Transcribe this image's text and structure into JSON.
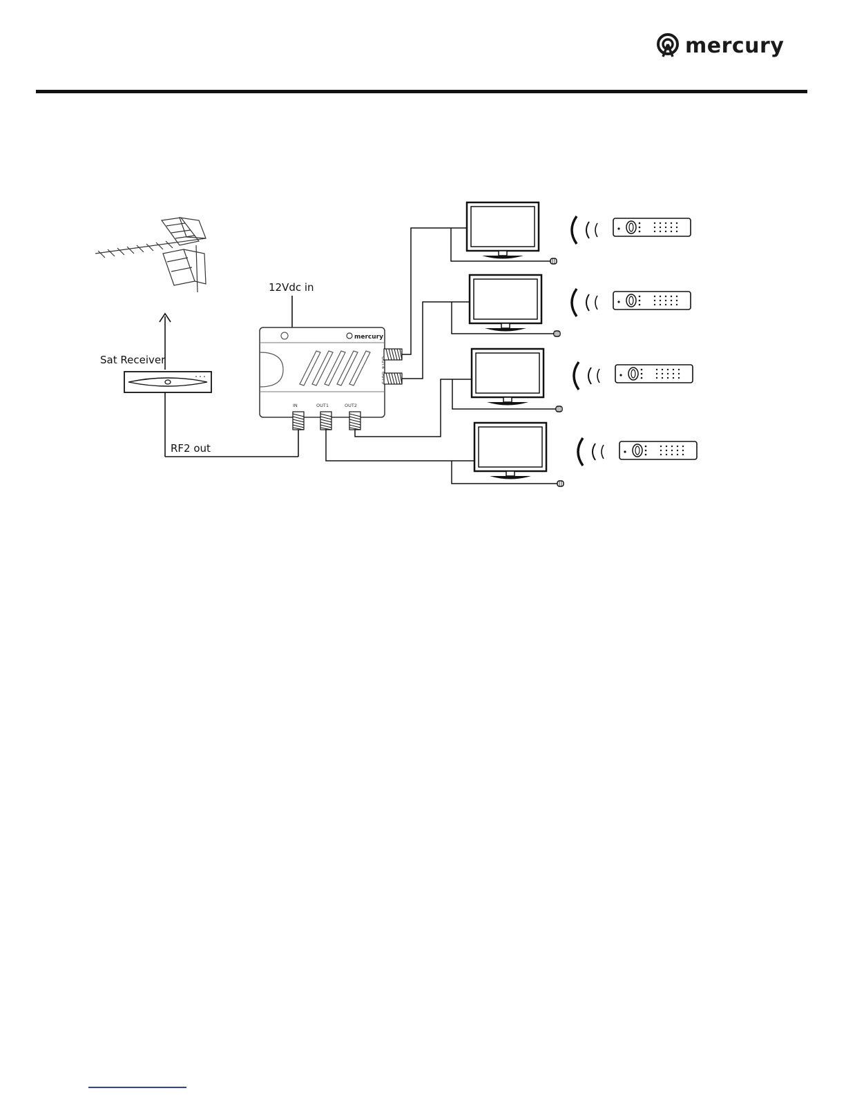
{
  "header": {
    "brand_name": "mercury",
    "logo_icon": "mercury-logo-icon"
  },
  "diagram": {
    "labels": {
      "power_input": "12Vdc in",
      "sat_receiver": "Sat Receiver",
      "rf_out": "RF2 out"
    },
    "amplifier": {
      "brand": "mercury",
      "ports_bottom": [
        "IN",
        "OUT1",
        "OUT2"
      ],
      "ports_side": [
        "OUT4",
        "OUT3"
      ]
    },
    "devices": {
      "antenna_icon": "aerial-antenna-icon",
      "receiver_icon": "satellite-receiver-icon",
      "tv_icon": "television-icon",
      "remote_icon": "remote-control-icon",
      "tv_count": 4
    }
  },
  "colors": {
    "line": "#111111",
    "link_underline": "#2a3fbf"
  }
}
